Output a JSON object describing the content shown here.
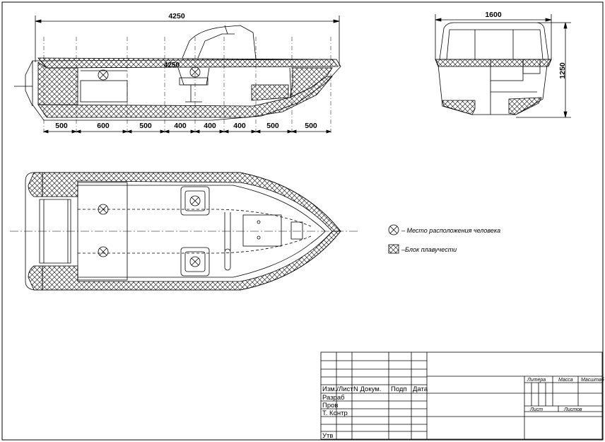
{
  "side_view": {
    "overall_length": "4250",
    "inner_label": "4250",
    "spacings": [
      "500",
      "600",
      "500",
      "400",
      "400",
      "400",
      "500",
      "500"
    ]
  },
  "front_view": {
    "width": "1600",
    "height": "1250"
  },
  "legend": {
    "person_label": "– Место расположения человека",
    "float_label": "–Блок плавучести"
  },
  "title_block": {
    "izm_list": "Изм./Лист",
    "n_dokum": "N  Докум.",
    "podp": "Подп",
    "data": "Дата",
    "razrab": "Разраб",
    "prov": "Пров",
    "t_kontr": "Т. Контр",
    "utv": "Утв",
    "litera": "Литера",
    "massa": "Масса",
    "masshtab": "Масштаб",
    "list": "Лист",
    "listov": "Листов"
  }
}
